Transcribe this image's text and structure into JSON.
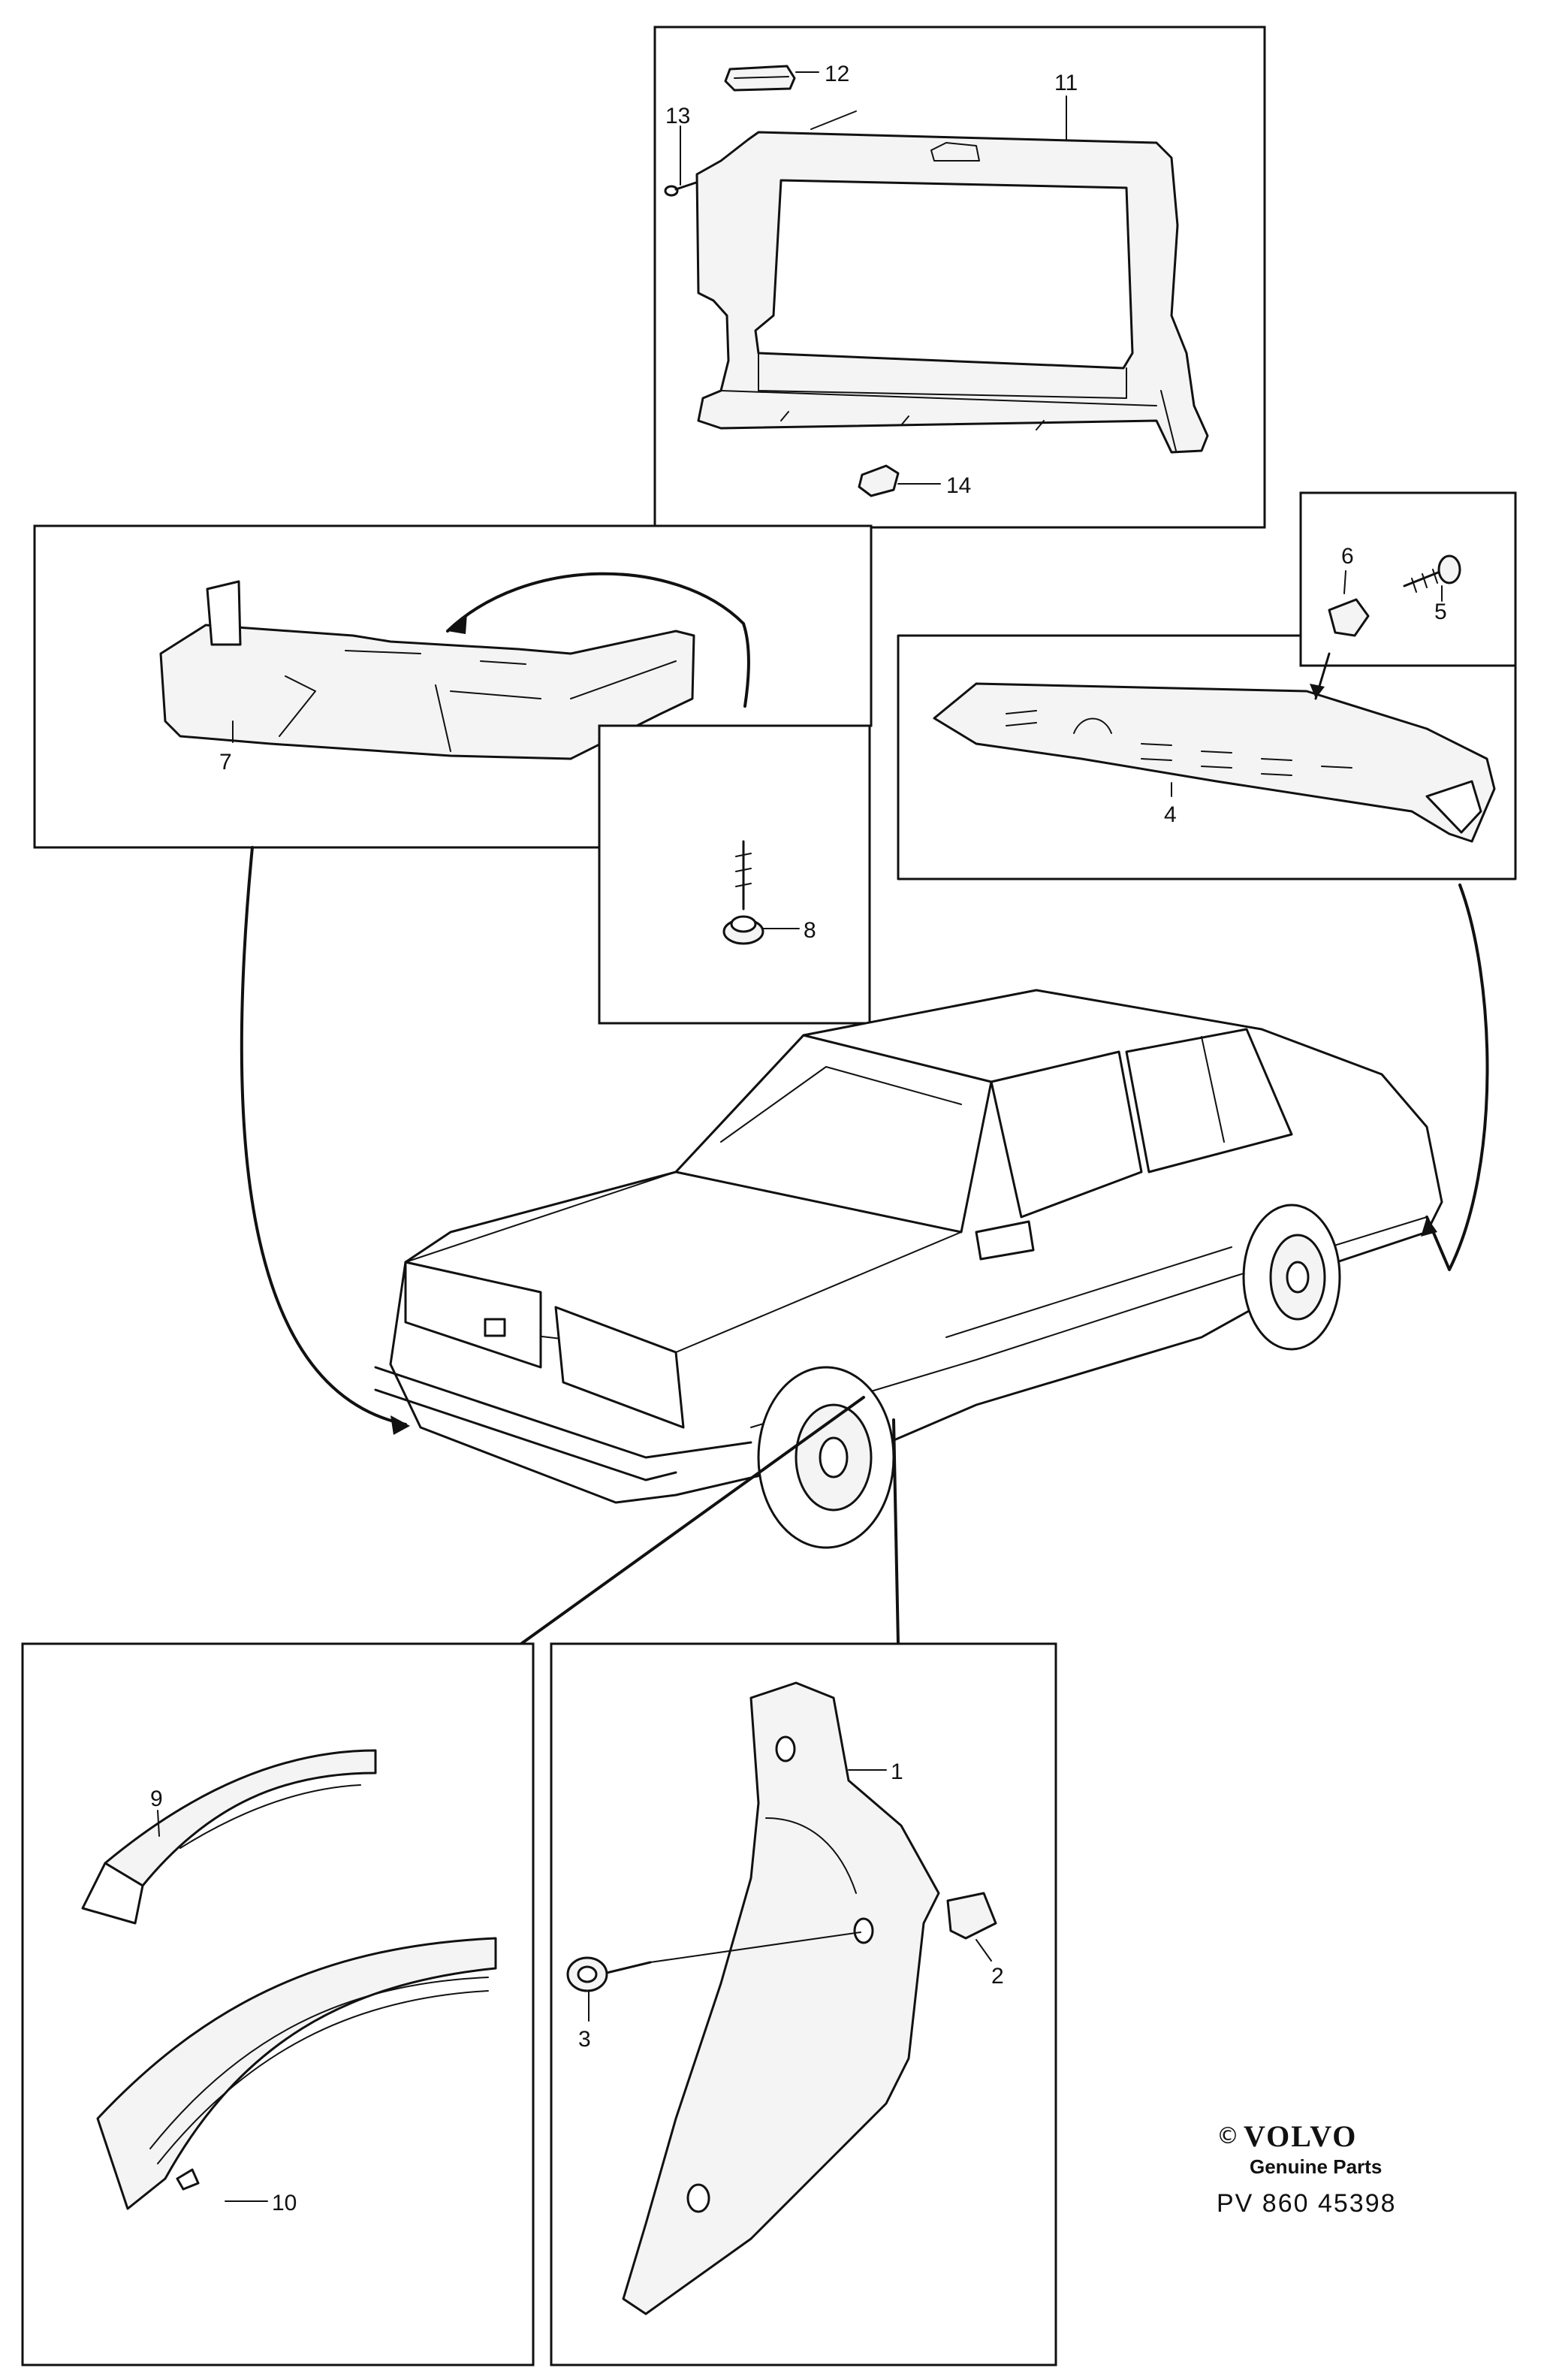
{
  "callouts": {
    "c1": "1",
    "c2": "2",
    "c3": "3",
    "c4": "4",
    "c5": "5",
    "c6": "6",
    "c7": "7",
    "c8": "8",
    "c9": "9",
    "c10": "10",
    "c11": "11",
    "c12": "12",
    "c13": "13",
    "c14": "14"
  },
  "brand": {
    "copyright": "©",
    "name": "VOLVO",
    "tagline": "Genuine Parts",
    "ref": "PV 860 45398"
  },
  "icons": [
    "volvo-logo"
  ]
}
